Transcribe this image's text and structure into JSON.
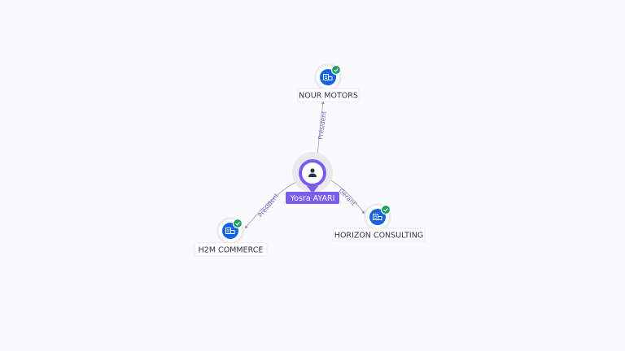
{
  "graph": {
    "center": {
      "name": "Yosra AYARI",
      "icon": "person-icon",
      "color": "#7b5cf0"
    },
    "companies": [
      {
        "name": "NOUR MOTORS",
        "role": "Président",
        "icon": "building-icon",
        "verified": true
      },
      {
        "name": "HORIZON CONSULTING",
        "role": "Gérant",
        "icon": "building-icon",
        "verified": true
      },
      {
        "name": "H2M COMMERCE",
        "role": "Président",
        "icon": "building-icon",
        "verified": true
      }
    ],
    "colors": {
      "company_icon": "#1463e6",
      "verified_badge": "#19a05a",
      "edge": "#8e93a3",
      "edge_label": "#7b68c8"
    }
  }
}
